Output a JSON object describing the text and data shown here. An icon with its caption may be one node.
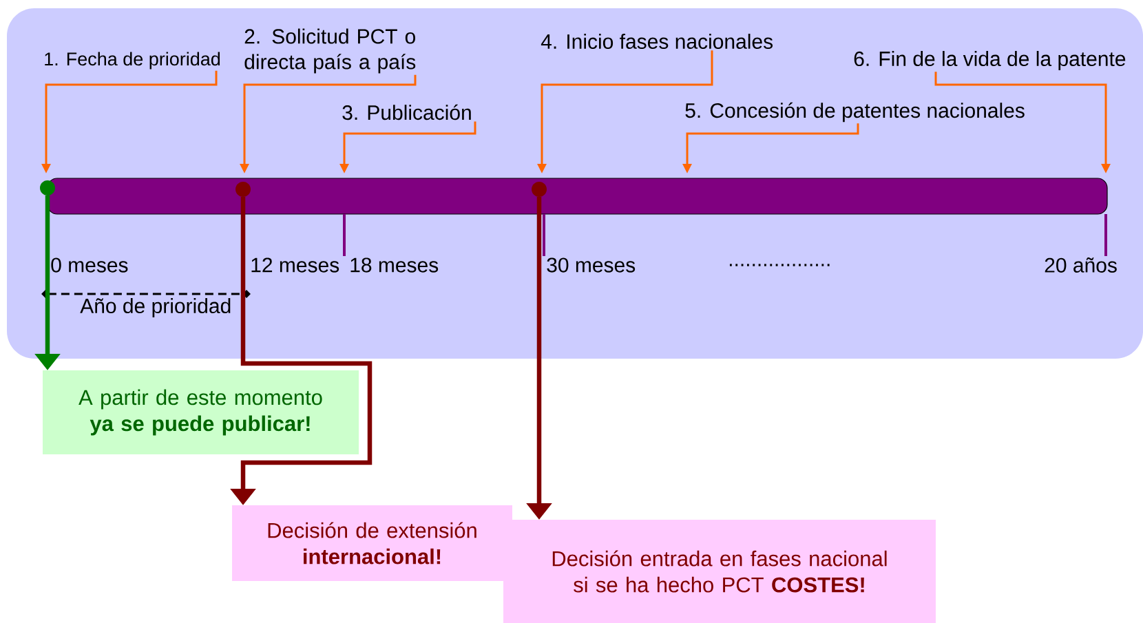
{
  "diagram": {
    "nodes": [
      {
        "text": [
          "1. Fecha de prioridad"
        ]
      },
      {
        "text": [
          "2. Solicitud PCT o directa país a país"
        ]
      },
      {
        "text": [
          "3. Publicación"
        ]
      },
      {
        "text": [
          "4. Inicio fases nacionales"
        ]
      },
      {
        "text": [
          "5. Concesión de patentes nacionales"
        ]
      },
      {
        "text": [
          "6. Fin de la vida de la patente"
        ]
      },
      {
        "text": [],
        "shape": "bar"
      },
      {
        "text": [],
        "shape": "circle",
        "in": 6
      },
      {
        "text": [],
        "shape": "circle",
        "in": 6
      },
      {
        "text": [],
        "shape": "circle",
        "in": 6
      },
      {
        "text": [
          "A partir de este momento **ya se puede publicar!**"
        ]
      },
      {
        "text": [
          "Decisión de extensión **internacional!**"
        ]
      },
      {
        "text": [
          "Decisión entrada en fases nacional si se ha hecho PCT **COSTES!**"
        ]
      }
    ],
    "edges": [
      {
        "from": 0,
        "to": 6,
        "arrow": "to"
      },
      {
        "from": 1,
        "to": 6,
        "arrow": "to"
      },
      {
        "from": 2,
        "to": 6,
        "arrow": "to"
      },
      {
        "from": 3,
        "to": 6,
        "arrow": "to"
      },
      {
        "from": 4,
        "to": 6,
        "arrow": "to"
      },
      {
        "from": 5,
        "to": 6,
        "arrow": "to"
      },
      {
        "from": 7,
        "to": 10,
        "arrow": "to",
        "style": "thick",
        "color": "#008000"
      },
      {
        "from": 8,
        "to": 11,
        "arrow": "to",
        "style": "thick",
        "color": "#800000"
      },
      {
        "from": 9,
        "to": 12,
        "arrow": "to",
        "style": "thick",
        "color": "#800000"
      }
    ],
    "labels": [
      "0 meses",
      "12 meses",
      "18 meses",
      "30 meses",
      "..................",
      "20 años",
      "Año de prioridad"
    ]
  }
}
